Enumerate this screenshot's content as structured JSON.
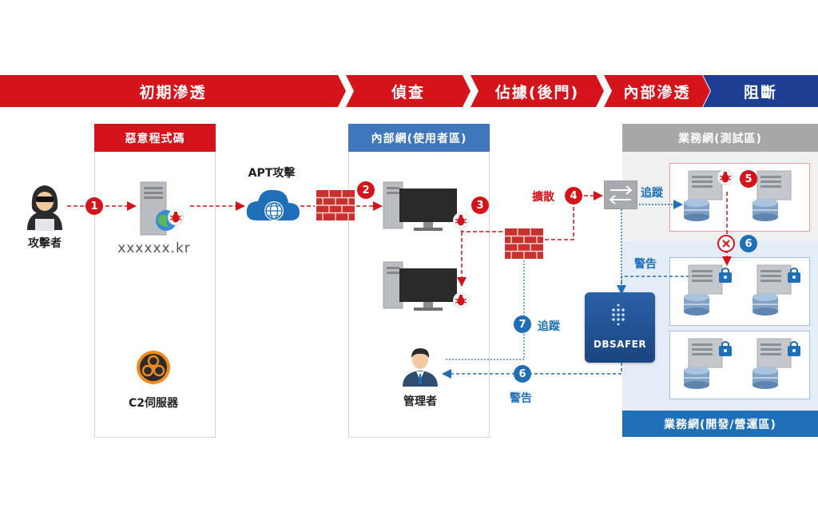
{
  "phases": [
    {
      "label": "初期滲透",
      "color": "#d4141a"
    },
    {
      "label": "偵查",
      "color": "#d4141a"
    },
    {
      "label": "佔據(後門)",
      "color": "#d4141a"
    },
    {
      "label": "內部滲透",
      "color": "#d4141a"
    },
    {
      "label": "阻斷",
      "color": "#1c3f94"
    }
  ],
  "panels": {
    "malware": {
      "header": "惡意程式碼",
      "server_label": "xxxxxx.kr",
      "c2_label": "C2伺服器"
    },
    "internal": {
      "header": "內部網(使用者區)",
      "admin_label": "管理者"
    },
    "test": {
      "header": "業務網(測試區)"
    },
    "ops": {
      "header": "業務網(開發/營運區)"
    }
  },
  "actors": {
    "attacker": "攻擊者",
    "apt": "APT攻擊",
    "dbsafer": "DBSAFER"
  },
  "annotations": {
    "spread": "擴散",
    "trace_top": "追蹤",
    "alert_top": "警告",
    "trace_bottom": "追蹤",
    "alert_bottom": "警告"
  },
  "steps": {
    "s1": "1",
    "s2": "2",
    "s3": "3",
    "s4": "4",
    "s5": "5",
    "s6a": "6",
    "s6b": "6",
    "s7": "7"
  },
  "colors": {
    "red": "#d4141a",
    "blue": "#1e6fb8",
    "navy": "#1c3f94",
    "gray": "#a7a7a7"
  }
}
